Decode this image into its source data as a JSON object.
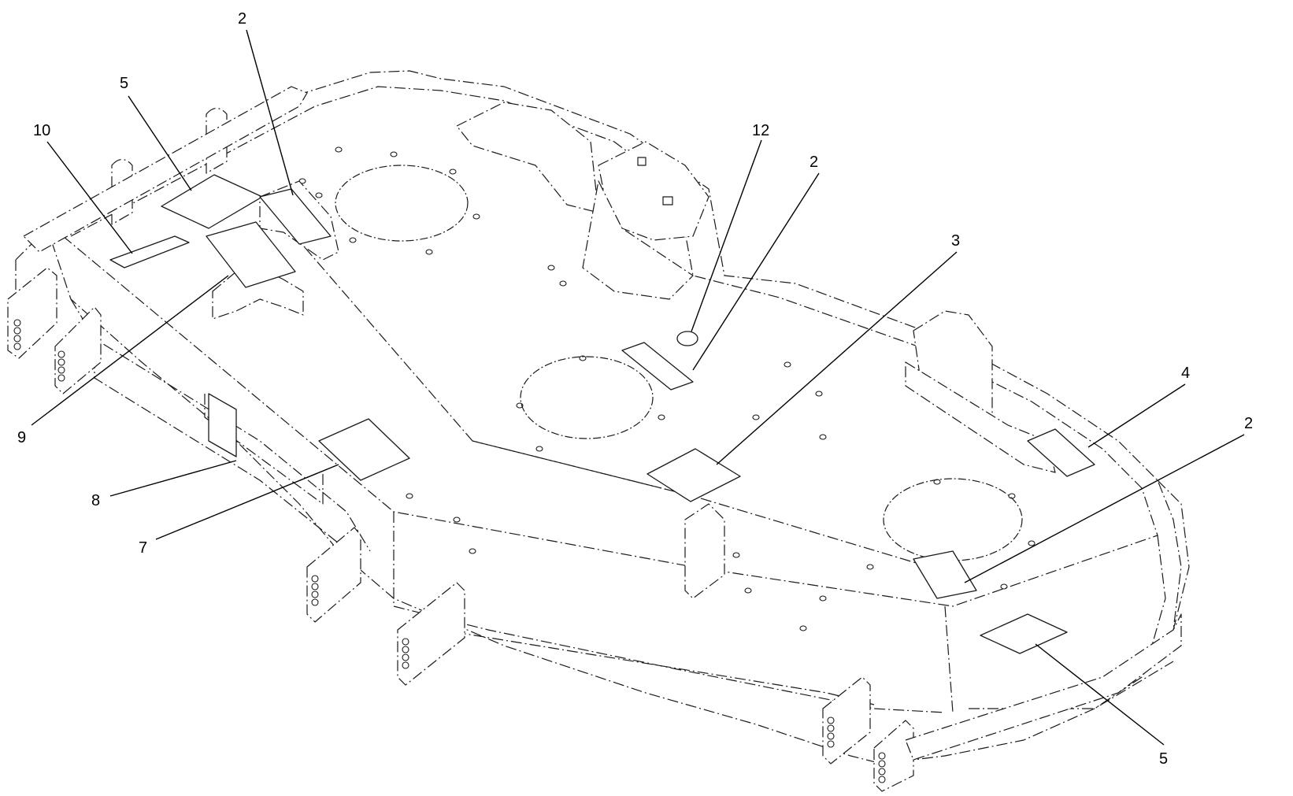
{
  "callouts": [
    {
      "id": "c2a",
      "label": "2"
    },
    {
      "id": "c5a",
      "label": "5"
    },
    {
      "id": "c10",
      "label": "10"
    },
    {
      "id": "c12",
      "label": "12"
    },
    {
      "id": "c2b",
      "label": "2"
    },
    {
      "id": "c3",
      "label": "3"
    },
    {
      "id": "c4",
      "label": "4"
    },
    {
      "id": "c2c",
      "label": "2"
    },
    {
      "id": "c9",
      "label": "9"
    },
    {
      "id": "c8",
      "label": "8"
    },
    {
      "id": "c7",
      "label": "7"
    },
    {
      "id": "c5b",
      "label": "5"
    }
  ]
}
